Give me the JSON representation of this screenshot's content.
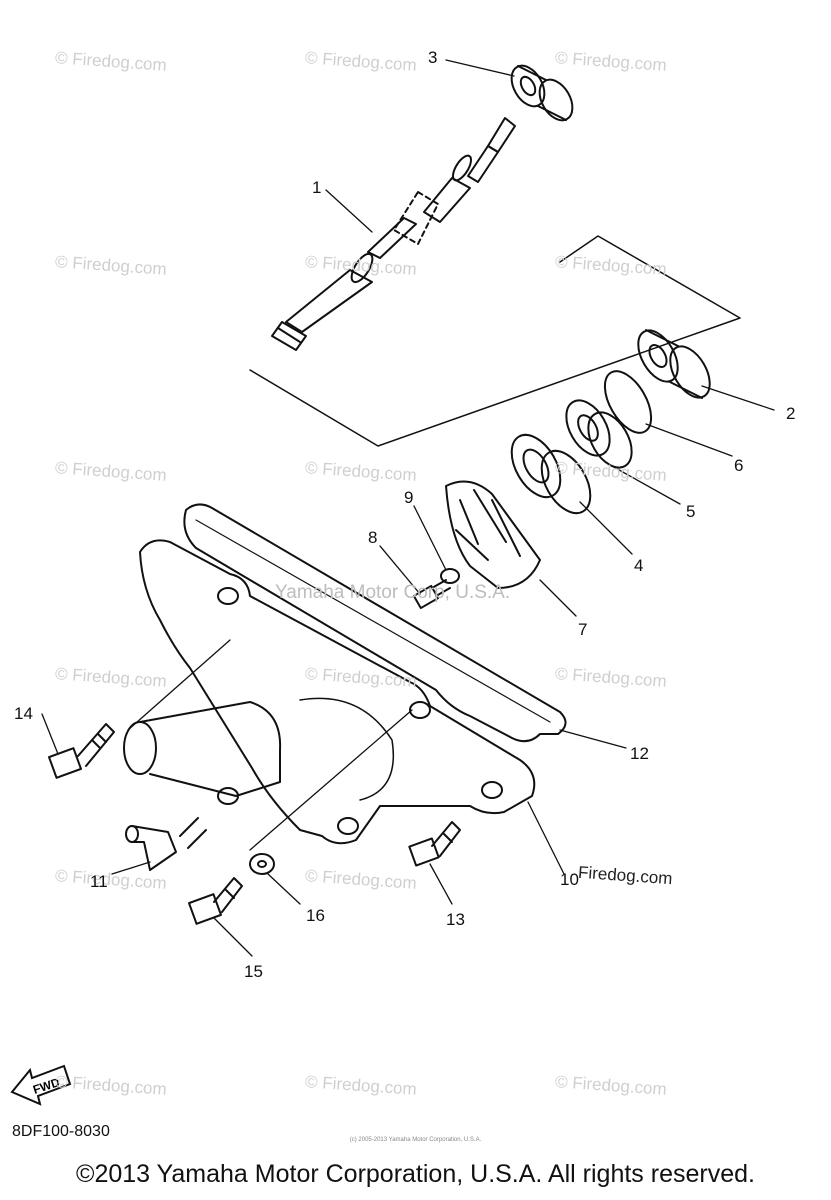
{
  "watermark": "© Firedog.com",
  "center_watermark": "Yamaha Motor Corp, U.S.A.",
  "firedog_mark": "Firedog.com",
  "callouts": [
    "1",
    "2",
    "3",
    "4",
    "5",
    "6",
    "7",
    "8",
    "9",
    "10",
    "11",
    "12",
    "13",
    "14",
    "15",
    "16"
  ],
  "fwd_label": "FWD",
  "drawing_code": "8DF100-8030",
  "fine_print": "(c) 2005-2013 Yamaha Motor Corporation, U.S.A.",
  "copyright": "©2013 Yamaha Motor Corporation, U.S.A. All rights reserved."
}
